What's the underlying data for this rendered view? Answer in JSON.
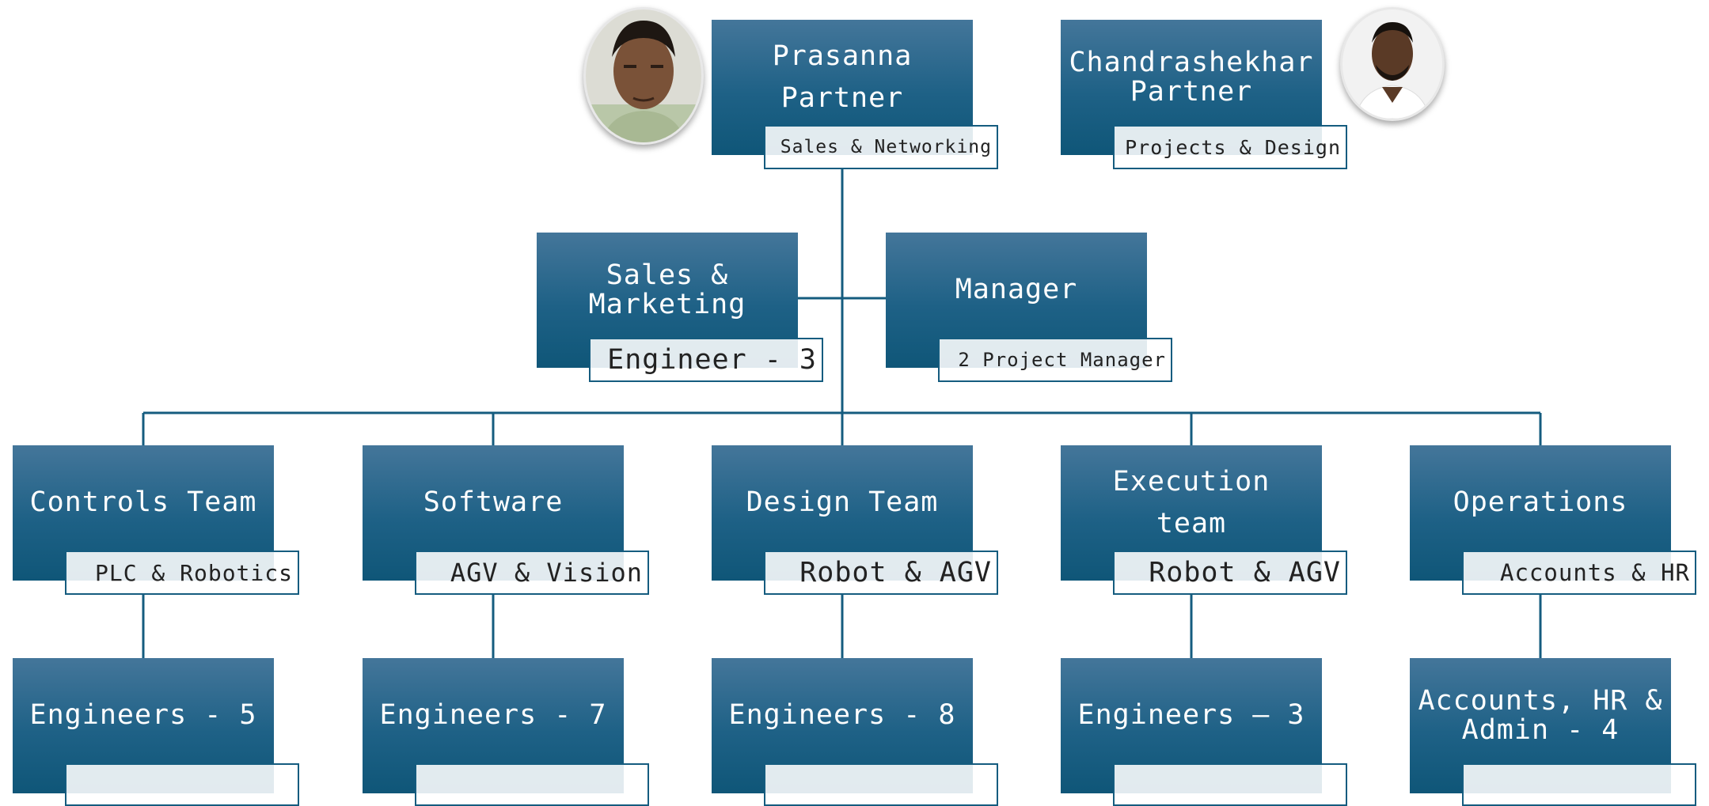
{
  "colors": {
    "node_top": "#44769a",
    "node_bottom": "#0f5678",
    "line": "#155c7f",
    "label_border": "#155c7f"
  },
  "top": {
    "prasanna": {
      "title": "Prasanna\nPartner",
      "label": "Sales & Networking",
      "photo": "person-photo"
    },
    "chandrashekhar": {
      "title": "Chandrashekhar\nPartner",
      "label": "Projects & Design",
      "photo": "person-photo"
    }
  },
  "middle": {
    "sales": {
      "title": "Sales &\nMarketing",
      "label": "Engineer - 3"
    },
    "manager": {
      "title": "Manager",
      "label": "2 Project Manager"
    }
  },
  "teams": [
    {
      "title": "Controls Team",
      "label": "PLC & Robotics"
    },
    {
      "title": "Software",
      "label": "AGV & Vision"
    },
    {
      "title": "Design Team",
      "label": "Robot & AGV"
    },
    {
      "title": "Execution\nteam",
      "label": "Robot & AGV"
    },
    {
      "title": "Operations",
      "label": "Accounts & HR"
    }
  ],
  "staff": [
    {
      "title": "Engineers - 5",
      "label": ""
    },
    {
      "title": "Engineers - 7",
      "label": ""
    },
    {
      "title": "Engineers - 8",
      "label": ""
    },
    {
      "title": "Engineers – 3",
      "label": ""
    },
    {
      "title": "Accounts, HR &\nAdmin - 4",
      "label": ""
    }
  ]
}
